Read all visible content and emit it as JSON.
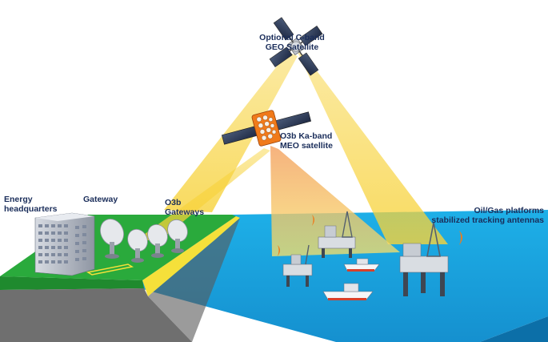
{
  "labels": {
    "geo_satellite": "Optional C-band\nGEO Satellite",
    "meo_satellite": "O3b Ka-band\nMEO satellite",
    "energy_hq": "Energy\nheadquarters",
    "gateway": "Gateway",
    "o3b_gateways": "O3b\nGateways",
    "oil_gas_platforms": "Oil/Gas platforms\nstabilized tracking antennas"
  },
  "colors": {
    "beam": "#f7d23a",
    "ocean": "#1aa3dc",
    "land": "#2aaa3c",
    "text": "#1a2d5a",
    "meo_body": "#f07a1a"
  }
}
